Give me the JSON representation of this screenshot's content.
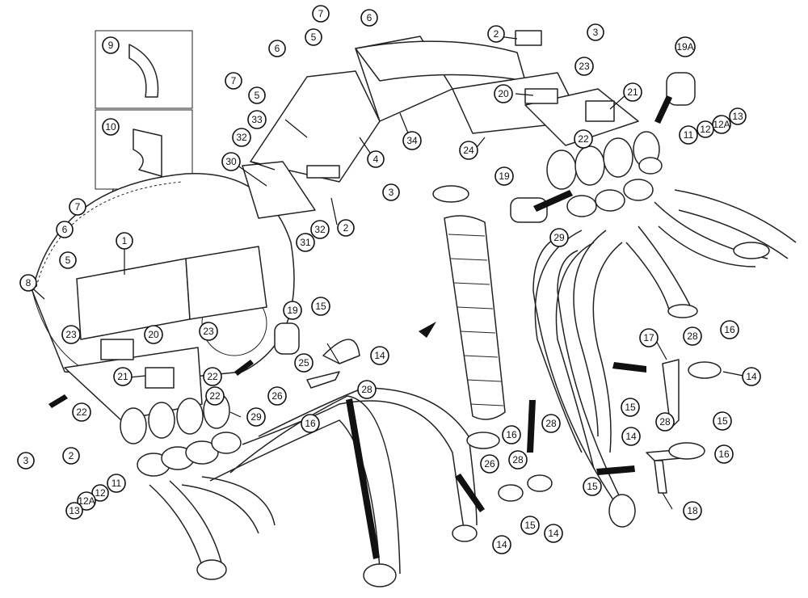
{
  "callouts": [
    {
      "id": "c9",
      "label": "9"
    },
    {
      "id": "c10",
      "label": "10"
    },
    {
      "id": "c7a",
      "label": "7"
    },
    {
      "id": "c6a",
      "label": "6"
    },
    {
      "id": "c5a",
      "label": "5"
    },
    {
      "id": "c7b",
      "label": "7"
    },
    {
      "id": "c6b",
      "label": "6"
    },
    {
      "id": "c5b",
      "label": "5"
    },
    {
      "id": "c7c",
      "label": "7"
    },
    {
      "id": "c6c",
      "label": "6"
    },
    {
      "id": "c5c",
      "label": "5"
    },
    {
      "id": "c33",
      "label": "33"
    },
    {
      "id": "c32a",
      "label": "32"
    },
    {
      "id": "c30",
      "label": "30"
    },
    {
      "id": "c31",
      "label": "31"
    },
    {
      "id": "c32b",
      "label": "32"
    },
    {
      "id": "c2a",
      "label": "2"
    },
    {
      "id": "c3a",
      "label": "3"
    },
    {
      "id": "c4",
      "label": "4"
    },
    {
      "id": "c34",
      "label": "34"
    },
    {
      "id": "c2b",
      "label": "2"
    },
    {
      "id": "c3b",
      "label": "3"
    },
    {
      "id": "c23a",
      "label": "23"
    },
    {
      "id": "c19A",
      "label": "19A"
    },
    {
      "id": "c20a",
      "label": "20"
    },
    {
      "id": "c21a",
      "label": "21"
    },
    {
      "id": "c22a",
      "label": "22"
    },
    {
      "id": "c24",
      "label": "24"
    },
    {
      "id": "c11a",
      "label": "11"
    },
    {
      "id": "c12a",
      "label": "12"
    },
    {
      "id": "c12Aa",
      "label": "12A"
    },
    {
      "id": "c13a",
      "label": "13"
    },
    {
      "id": "c19a",
      "label": "19"
    },
    {
      "id": "c29a",
      "label": "29"
    },
    {
      "id": "c1",
      "label": "1"
    },
    {
      "id": "c8",
      "label": "8"
    },
    {
      "id": "c23b",
      "label": "23"
    },
    {
      "id": "c20b",
      "label": "20"
    },
    {
      "id": "c23c",
      "label": "23"
    },
    {
      "id": "c21b",
      "label": "21"
    },
    {
      "id": "c22b",
      "label": "22"
    },
    {
      "id": "c22c",
      "label": "22"
    },
    {
      "id": "c22d",
      "label": "22"
    },
    {
      "id": "c2c",
      "label": "2"
    },
    {
      "id": "c3c",
      "label": "3"
    },
    {
      "id": "c19b",
      "label": "19"
    },
    {
      "id": "c15a",
      "label": "15"
    },
    {
      "id": "c14a",
      "label": "14"
    },
    {
      "id": "c25",
      "label": "25"
    },
    {
      "id": "c26",
      "label": "26"
    },
    {
      "id": "c28a",
      "label": "28"
    },
    {
      "id": "c16a",
      "label": "16"
    },
    {
      "id": "c29b",
      "label": "29"
    },
    {
      "id": "c11b",
      "label": "11"
    },
    {
      "id": "c12b",
      "label": "12"
    },
    {
      "id": "c12Ab",
      "label": "12A"
    },
    {
      "id": "c13b",
      "label": "13"
    },
    {
      "id": "c17",
      "label": "17"
    },
    {
      "id": "c28b",
      "label": "28"
    },
    {
      "id": "c16b",
      "label": "16"
    },
    {
      "id": "c14b",
      "label": "14"
    },
    {
      "id": "c15b",
      "label": "15"
    },
    {
      "id": "c28c",
      "label": "28"
    },
    {
      "id": "c15c",
      "label": "15"
    },
    {
      "id": "c14c",
      "label": "14"
    },
    {
      "id": "c16c",
      "label": "16"
    },
    {
      "id": "c18",
      "label": "18"
    },
    {
      "id": "c16d",
      "label": "16"
    },
    {
      "id": "c28d",
      "label": "28"
    },
    {
      "id": "c26b",
      "label": "26"
    },
    {
      "id": "c28e",
      "label": "28"
    },
    {
      "id": "c15d",
      "label": "15"
    },
    {
      "id": "c15e",
      "label": "15"
    },
    {
      "id": "c14d",
      "label": "14"
    },
    {
      "id": "c14e",
      "label": "14"
    }
  ]
}
